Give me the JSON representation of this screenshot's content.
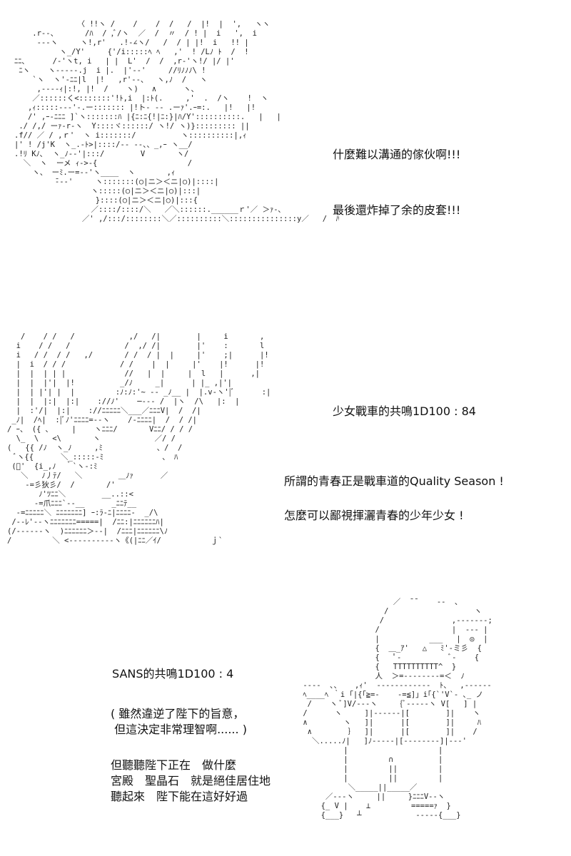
{
  "panels": [
    {
      "art": "              〈 !!ヽ /    /    /  /   /  |!  |  ',   ヽヽ\n    .r‐-、      /ﾊ  / ,ﾞ/ヽ  ／  /  〃  / ! |  i   ',  i\n     ‐-‐ヽ     ヽ!,r'   .!‐∠ヽ/   /  / | |!  i   !! |\n          ヽ_/Y'     {'/i:::::ﾍ ﾍ   ,'  ! /Lﾉ ﾄ  /  !\nﾆﾆ､      /‐'ヽt, i   | |  L'  /  /  ,r‐'ヽ!/ |/ |'\n ﾆヽ    ヽ-‐---.j  i |.  |'‐‐'     //ﾘﾉﾉﾉ\\ !\n    `ヽ  ヽ'‐ﾆﾆ|l  |!   ,r'‐-、  ヽ,ﾉ  /   ヽ\n     ,‐---ｨ|:!, |!  /    ヽ)   ∧      ヽ、\n    ／::::::く<:::::::'!ﾄ,i  |:ﾄ(.     ,'  .  /ヽ    !  ヽ\n   ,ｨ:::::---'‐.ー::::::: |!ト‐ ‐‐ .ーｧ'.ｰ=:.   |!   |!\n   /' ,ｰ‐ﾆﾆﾆ ]`ヽ:::::::ﾊ |{ﾆ:ﾆ{!|ﾆ:}|ﾊ/Y'::::::::::.   |   |\n ./ /,/ ーｧ‐r‐ヽ  Y::::ヾ::::::/ ヽ!/ ヽ)}::::::::: ||\n.f// ／ / ,ｒ'  ヽ i:::::::/          ヽ::::::::::|,ｨ\n|' ! /j'K  ヽ_.-ﾄ>|::::/‐‐ ‐‐、、_,ｰ ヽ__/\n.!ﾘ Kﾉ､  ヽ_ﾉ‐‐'|:::/        V       ヽ/\n  ＼  ヽ  ーメ ｨ‐>‐{                    /\n    ヽ、 ーﾐ.ー=‐‐'ヽ____  ヽ       ,ｨ\n         ̄‐‐‐'     ヽ:::::::(○|ニ＞＜ニ|○)|::::|\n                 ヽ:::::(○|ニ＞＜ニ|○)|:::|\n                  }::::(○|ニ＞＜ニ|○)|:::{\n                 ／::::/::::/＼   ／＼::::::.______ｒ'／ ＞ｧ‐､\n               ／' ,/:::/::::::::＼／::::::::::＼:::::::::::::::y／   /  ﾊ",
      "texts": [
        "什麼難以溝通的傢伙啊!!!",
        "最後還炸掉了余的皮套!!!"
      ]
    },
    {
      "art": "   /    / /   /            ,/   /|        |     i       ,\n  i    / /   /            /  ,/ /|        |'    :       l\n  i   / /  / /   ,/       / /  / |  |     |'    ;|      |!\n  |  i  / / /            / /    |  |     |'    |!      |!\n  |  |  | | |             //   |  |     |  l   |      ,|\n  |  |  |'|  |!          _/ﾉ     _|      | |_ ,|'|\n  |  | |'| |  |         :ﾉ:ﾉ:'~ ‐‐ _ﾉ__ |  |.v‐ヽ'|ﾞ      :|\n  |  |  |:|  |:|    ://ﾉ'    ─‐‐‐ /  |ヽ  /\\   |:  |\n  |  :'/|  |:|    ://ﾆﾆﾆﾆﾆ＼___／ﾆﾆﾆV|  /  /|\n _ﾉ|  /ﾍ|  :|ﾞﾉ'ﾆﾆﾆﾆ=‐‐ヽ    /‐ﾆﾆﾆﾆ|  /  / /|\n/ ｰ、 ({ ､     |    ヽﾆﾆﾆ/       Vﾆﾆ/ / / /\n  \\_  \\   <\\       ヽ            ／/ /\n(   {{ /ﾉ  ヽ_ﾉ     ,ﾐ            、/  /\n  ﾞヽ{{      ＼_:::::-ﾐ             、 ﾊ\n (ﾞ'  {i_,ﾉ  ｀`ヽ‐:ﾐ\n   ＼   ﾉ丿ﾃ/   ＼        ＿ﾉｧ      ／\n    ‐=彡狄彡/  /       /' \n       ﾉ'ﾂﾆﾆ＼        __..::<\n      ‐=爪ﾆﾆﾆ`‐‐__      _ﾆﾆﾃ__\n  ‐=ﾆﾆﾆﾆﾆ＼ ﾆﾆﾆﾆﾆﾆﾆ] ｰ:ﾗ‐ﾆ|ﾆﾆﾆﾆ‐  _/\\\n /‐‐ﾚ'‐‐ヽﾆﾆﾆﾆﾆﾆﾆ=====|  /ﾆﾆ:|ﾆﾆﾆﾆﾆﾆﾊ|\n(/‐‐‐‐‐‐ヽ  )ﾆﾆﾆﾆﾆﾆ＞‐‐|  /ﾆﾆﾆ|ﾆﾆﾆﾆﾆﾆ\\ﾉ\n/         ＼ <‐‐‐‐‐‐‐‐‐‐ヽ《(|ﾆﾆ／ｲ/           ｊ`",
      "texts": [
        "少女戰車的共鳴1D100 : 84",
        "所謂的青春正是戰車道的Quality Season !",
        "怎麼可以鄙視揮灑青春的少年少女 !"
      ]
    },
    {
      "art": "                     ／  ̄ ̄     ‐‐  ､\n                   /                   ヽ\n                  /               ,‐‐‐‐‐‐‐;\n                 /                |  ‐‐‐ |\n                 |           ___   |  ◎  |\n                 {  ＿_ｱ'   △   ﾐ'‐ミ彡  {\n                 {   ﾟ‐           ﾞ‐    {\n                 {   TTTTTTTTTT^  }\n                 人  ＞=‐‐‐‐‐‐‐‐=＜  ﾉ\n ‐‐‐‐  ､、   ,ｨ'  ‐‐‐‐‐‐‐‐‐‐‐‐  ﾄ、  ,‐‐‐‐‐‐\n ﾍ____ﾍ ｀i ｢|{「≧=‐    ‐=≦]」i｢{`'V`‐ ､_ ノ\n  /    ヽ ﾞ]V/‐‐‐ヽ     {ﾞ‐‐‐‐‐ヽ V[   ] |\n /      ヽ     ]|‐‐‐‐‐‐|[        ]|    ヽ\n ∧        ヽ   ]|      |[        ]|     ﾊ\n  ∧        ｝  ]|      |[        ]|    /\n   ＼.....ﾉ|   ]ﾉ‐‐‐‐‐|[‐‐‐‐‐‐‐‐]|‐‐‐'\n          |                    |\n          |         ∩          |\n          |         ||         |\n          |         ||         |\n           ＼_____||_____／\n      ／‐‐‐ヽ     ||     }ﾆﾆﾆV‐‐ヽ\n     {_ V |    ⊥         =====ｧ  }\n     {___}   ┴            ‐‐‐‐‐{___}",
      "texts": [
        "SANS的共鳴1D100 : 4",
        "( 雖然違逆了陛下的旨意，\n 但這決定非常理智啊...... )",
        "但聽聽陛下正在　做什麼\n宮殿　聖晶石　就是絕佳居住地\n聽起來　陛下能在這好好過"
      ]
    }
  ]
}
